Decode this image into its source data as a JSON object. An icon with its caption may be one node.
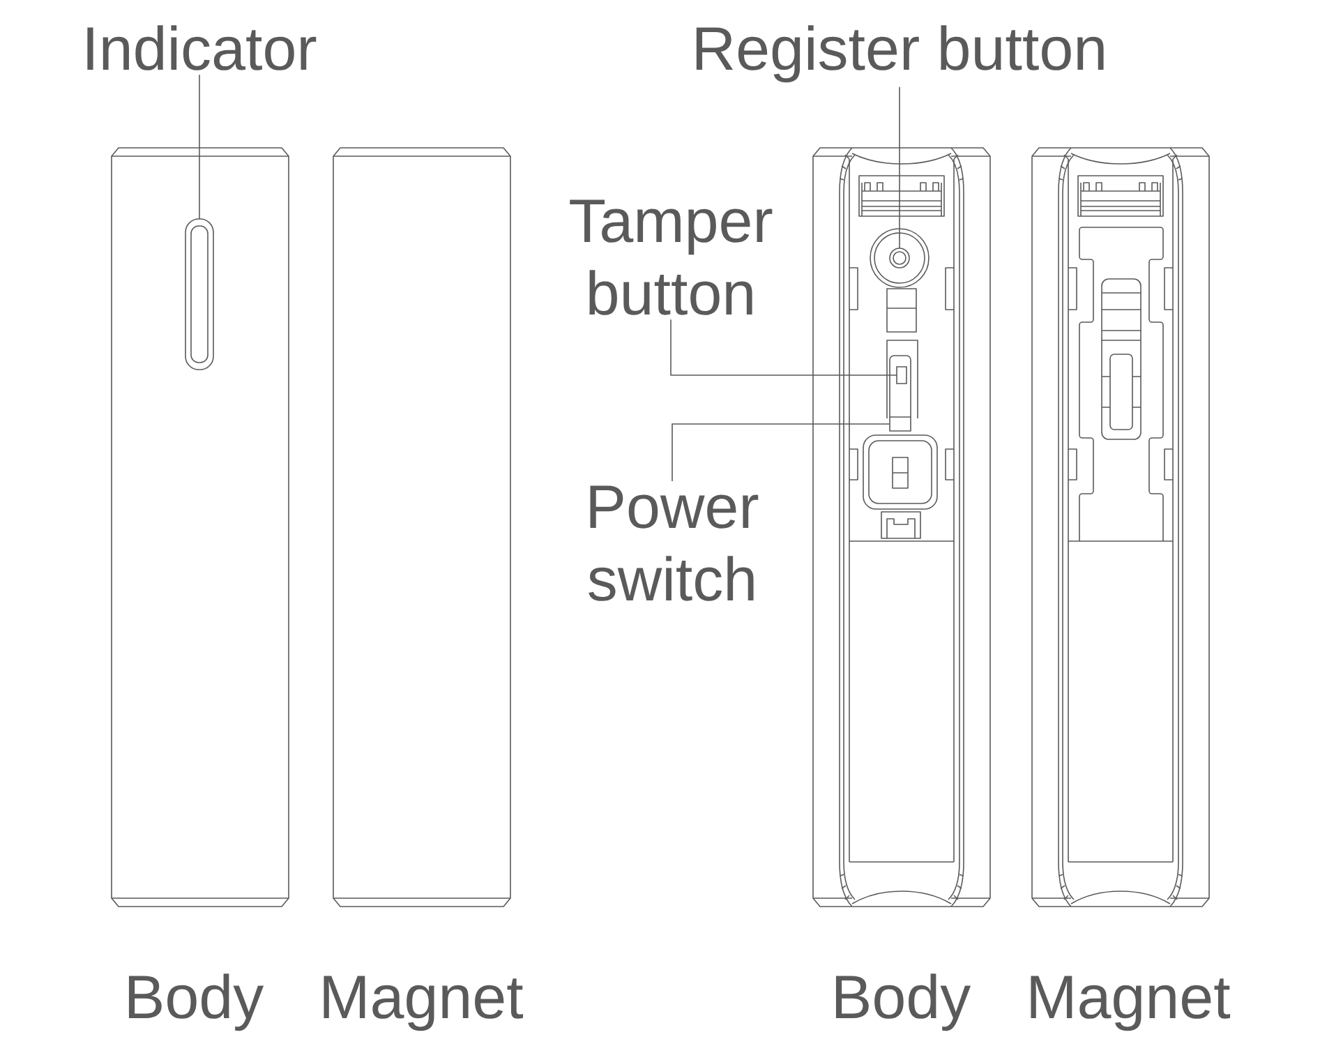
{
  "diagram": {
    "nodes": [
      {
        "text": [
          "Indicator"
        ]
      },
      {
        "text": [],
        "shape": "bar"
      },
      {
        "text": [
          "Register button"
        ]
      },
      {
        "text": [],
        "shape": "circle"
      },
      {
        "text": [
          "Tamper button"
        ]
      },
      {
        "text": [],
        "shape": "box"
      },
      {
        "text": [
          "Power switch"
        ]
      },
      {
        "text": [],
        "shape": "box"
      }
    ],
    "edges": [
      {
        "from": 0,
        "to": 1,
        "arrow": "none"
      },
      {
        "from": 2,
        "to": 3,
        "arrow": "none"
      },
      {
        "from": 4,
        "to": 5,
        "arrow": "none"
      },
      {
        "from": 6,
        "to": 7,
        "arrow": "none"
      }
    ],
    "labels": [
      "Body",
      "Magnet",
      "Body",
      "Magnet"
    ]
  }
}
